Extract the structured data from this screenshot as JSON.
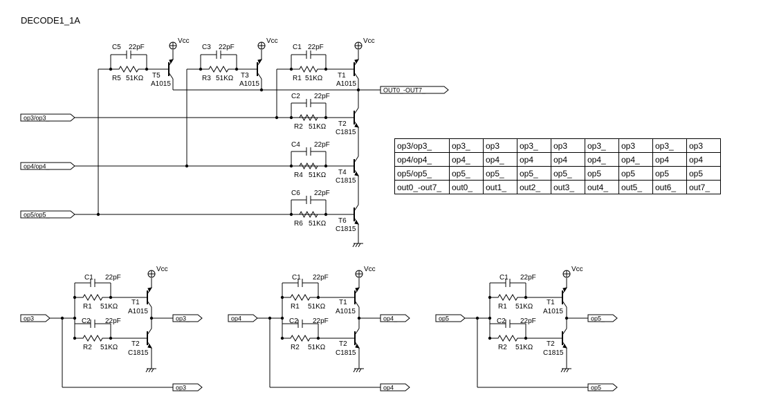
{
  "title": "DECODE1_1A",
  "labels": {
    "vcc": "Vcc",
    "cap_value": "22pF",
    "res_value": "51KΩ",
    "pnp": "A1015",
    "npn": "C1815"
  },
  "top": {
    "caps": [
      "C5",
      "C3",
      "C1",
      "C2",
      "C4",
      "C6"
    ],
    "resistors": [
      "R5",
      "R3",
      "R1",
      "R2",
      "R4",
      "R6"
    ],
    "transistors": [
      "T5",
      "T3",
      "T1",
      "T2",
      "T4",
      "T6"
    ],
    "inputs": [
      "op3/op3_",
      "op4/op4_",
      "op5/op5_"
    ],
    "output": "OUT0_-OUT7_"
  },
  "truth_table": [
    [
      "op3/op3_",
      "op3_",
      "op3",
      "op3_",
      "op3",
      "op3_",
      "op3",
      "op3_",
      "op3"
    ],
    [
      "op4/op4_",
      "op4_",
      "op4_",
      "op4",
      "op4",
      "op4_",
      "op4_",
      "op4",
      "op4"
    ],
    [
      "op5/op5_",
      "op5_",
      "op5_",
      "op5_",
      "op5_",
      "op5",
      "op5",
      "op5",
      "op5"
    ],
    [
      "out0_-out7_",
      "out0_",
      "out1_",
      "out2_",
      "out3_",
      "out4_",
      "out5_",
      "out6_",
      "out7_"
    ]
  ],
  "inverters": [
    {
      "input": "op3",
      "output": "op3_",
      "pass": "op3"
    },
    {
      "input": "op4",
      "output": "op4_",
      "pass": "op4"
    },
    {
      "input": "op5",
      "output": "op5_",
      "pass": "op5"
    }
  ],
  "inverter_parts": {
    "c1": "C1",
    "c2": "C2",
    "r1": "R1",
    "r2": "R2",
    "t1": "T1",
    "t2": "T2"
  }
}
